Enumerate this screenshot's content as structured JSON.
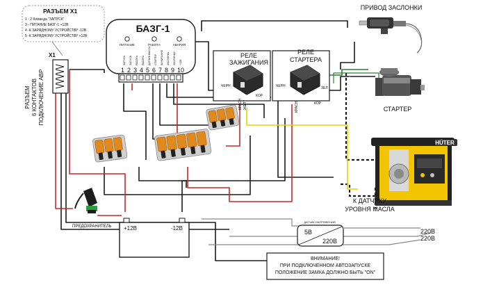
{
  "top_cut_label": "",
  "connector_legend": {
    "title": "РАЗЪЕМ Х1",
    "items": [
      "1 - 2 Команда \"ЗАПУСК\"",
      "3 - ПИТАНИЕ БАЗГ-1 +12В",
      "4 -К ЗАРЯДНОМУ УСТРОЙСТВУ -12В",
      "5 -К ЗАРЯДНОМУ УСТРОЙСТВУ +12В"
    ]
  },
  "x1_label": "Х1",
  "avr_connector_label": [
    "РАЗЪЕМ",
    "6 КОНТАКТОВ",
    "ПОДКЛЮЧЕНИЕ АВР"
  ],
  "module": {
    "title": "БАЗГ-1",
    "leds": [
      "ПИТАНИЕ",
      "РАБОТА",
      "АВАРИЯ"
    ],
    "pin_numbers": [
      "1",
      "2",
      "3",
      "4",
      "5",
      "6",
      "7",
      "8",
      "9",
      "10"
    ],
    "pin_labels": [
      "ЗАПУСК",
      "ЗАПУСК",
      "РАБОТА",
      "РАБОТА",
      "ДАТЧИК МАСЛА",
      "СТАРТЕР",
      "ЗАЖИГАНИЕ",
      "ЗАСЛОНКА",
      "ЗАСЛОНКА",
      "+12В"
    ]
  },
  "relay_ignition": {
    "title": [
      "РЕЛЕ",
      "ЗАЖИГАНИЯ"
    ],
    "pins": [
      "ЧЕРН",
      "КРАСН",
      "ЖЕЛТ",
      "КОР"
    ]
  },
  "relay_starter": {
    "title": [
      "РЕЛЕ",
      "СТАРТЕРА"
    ],
    "pins": [
      "ЧЕРН",
      "ЗЕЛ",
      "КРАСН",
      "КОР"
    ]
  },
  "choke_actuator_label": "ПРИВОД ЗАСЛОНКИ",
  "starter_label": "СТАРТЕР",
  "generator_brand": "HÜTER",
  "oil_sensor_label": [
    "К ДАТЧИКУ",
    "УРОВНЯ МАСЛА"
  ],
  "fuse_label": "ПРЕДОХРАНИТЕЛЬ",
  "battery": {
    "plus": "+12В",
    "minus": "-12В"
  },
  "charger": {
    "caption": "ДАТЧИК НАПРЯЖЕНИЯ",
    "low": "5В",
    "high": "220В"
  },
  "mains_labels": [
    "220В",
    "220В"
  ],
  "warning": [
    "ВНИМАНИЕ!",
    "ПРИ ПОДКЛЮЧЕННОМ АВТОЗАПУСКЕ",
    "ПОЛОЖЕНИЕ ЗАМКА ДОЛЖНО БЫТЬ \"ON\""
  ],
  "colors": {
    "wire_black": "#1a1a1a",
    "wire_red": "#c62828",
    "wire_yellow": "#e6d400",
    "wire_green": "#2e7d32",
    "wire_brown": "#6d4c41",
    "connector_orange": "#e08a1e",
    "generator_yellow": "#f2c500",
    "fuse_green": "#2e9d3c"
  }
}
